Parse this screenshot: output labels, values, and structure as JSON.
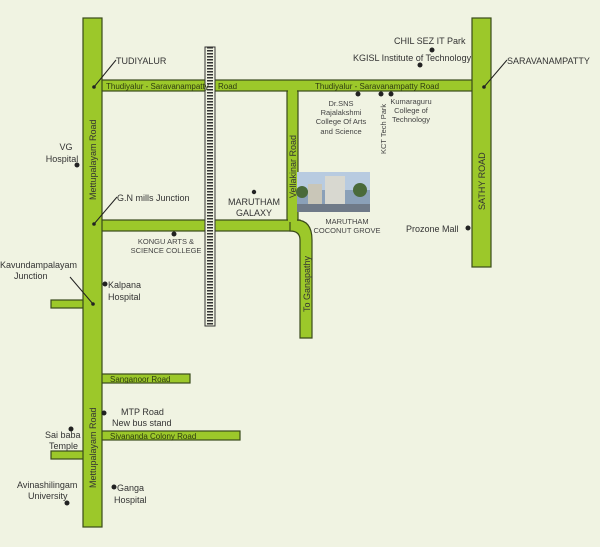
{
  "colors": {
    "background": "#f0f3e2",
    "road": "#9cc82a",
    "road_outline": "#3a4a1a",
    "text": "#333333"
  },
  "roads": {
    "mettupalayam_road": "Mettupalayam Road",
    "thudiyalur_saravanampatty_road": "Thudiyalur - Saravanampatty",
    "road_suffix": "Road",
    "thudiyalur_saravanampatty_road_full": "Thudiyalur - Saravanampatty Road",
    "vellakinar_road": "Vellakinar Road",
    "to_ganapathy": "To Ganapathy",
    "sathy_road": "SATHY ROAD",
    "sanganoor_road": "Sanganoor  Road",
    "sivananda_colony_road": "Sivananda Colony Road"
  },
  "places": {
    "tudiyalur": "TUDIYALUR",
    "saravanampatty": "SARAVANAMPATTY",
    "chil_sez": "CHIL SEZ IT Park",
    "kgisl": "KGISL Institute of Technology",
    "vg_hospital": [
      "VG",
      "Hospital"
    ],
    "gn_mills": "G.N mills Junction",
    "marutham_galaxy": [
      "MARUTHAM",
      "GALAXY"
    ],
    "kongu": [
      "KONGU ARTS &",
      "SCIENCE COLLEGE"
    ],
    "dr_sns": [
      "Dr.SNS",
      "Rajalakshmi",
      "College Of Arts",
      "and Science"
    ],
    "kct_tech_park": "KCT Tech Park",
    "kumaraguru": [
      "Kumaraguru",
      "College of",
      "Technology"
    ],
    "marutham_coconut_grove": [
      "MARUTHAM",
      "COCONUT GROVE"
    ],
    "prozone_mall": "Prozone Mall",
    "kavundampalayam": [
      "Kavundampalayam",
      "Junction"
    ],
    "kalpana_hospital": [
      "Kalpana",
      "Hospital"
    ],
    "mtp_road": [
      "MTP Road",
      "New bus stand"
    ],
    "sai_baba": [
      "Sai baba",
      "Temple"
    ],
    "avinashilingam": [
      "Avinashilingam",
      "University"
    ],
    "ganga_hospital": [
      "Ganga",
      "Hospital"
    ]
  }
}
